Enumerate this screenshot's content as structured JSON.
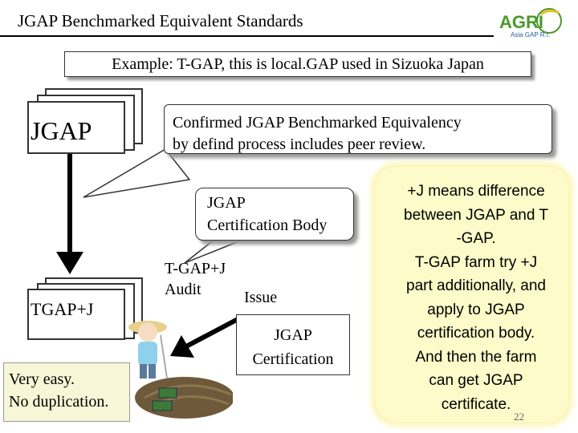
{
  "header": {
    "title": "JGAP Benchmarked Equivalent Standards",
    "logo": {
      "brand": "AGRI",
      "sub": "Asia GAP R.I."
    }
  },
  "example": "Example: T-GAP, this is local.GAP used in Sizuoka Japan",
  "documents": {
    "top_label": "JGAP",
    "bottom_label": "TGAP+J"
  },
  "callouts": {
    "confirmed": [
      "Confirmed JGAP Benchmarked Equivalency",
      "by defind process includes peer review."
    ],
    "certification_body": [
      "JGAP",
      "Certification Body"
    ],
    "audit": [
      "T-GAP+J",
      "Audit"
    ],
    "issue": "Issue",
    "certification": [
      "JGAP",
      "Certification"
    ]
  },
  "easy_note": [
    "Very easy.",
    "No duplication."
  ],
  "side_note": [
    "+J means difference",
    "between JGAP and T",
    "-GAP.",
    "T-GAP farm try +J",
    "part additionally, and",
    "apply to JGAP",
    "certification body.",
    "And then the farm",
    "can get JGAP",
    "certificate."
  ],
  "page_number": "22",
  "colors": {
    "note_bg": "#fdfbc9",
    "logo_green": "#4a9a2a",
    "logo_blue": "#1f5fa8",
    "farmer_shirt": "#8fd0ec",
    "field": "#6e5a3a"
  }
}
